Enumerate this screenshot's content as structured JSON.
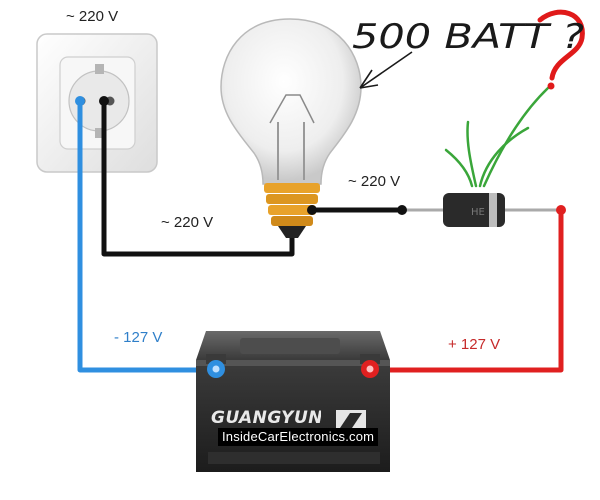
{
  "labels": {
    "socket_voltage": "~ 220 V",
    "lamp_voltage": "~ 220 V",
    "diode_voltage": "~ 220 V",
    "negative_terminal": "- 127 V",
    "positive_terminal": "+ 127 V"
  },
  "handwritten_note": "500 BATT ?",
  "battery": {
    "brand": "GUANGYUN",
    "watermark": "InsideCarElectronics.com"
  },
  "colors": {
    "negative_wire": "#2f8fe0",
    "positive_wire": "#e02020",
    "neutral_wire": "#111111",
    "note_ink": "#111111",
    "question_mark": "#e01a1a",
    "pointer_lines": "#3aa63a",
    "bulb_base": "#e8a22a"
  }
}
